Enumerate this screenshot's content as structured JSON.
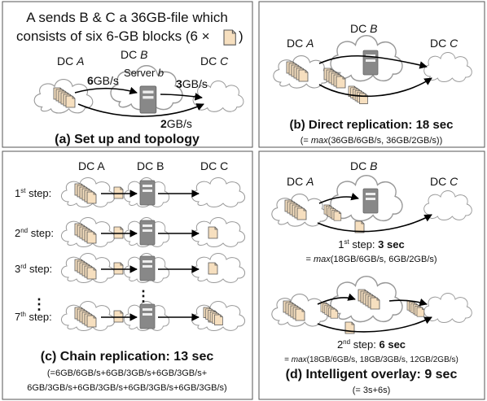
{
  "panel_a": {
    "intro_line1": "A sends B & C a 36GB-file which",
    "intro_line2": "consists of six 6-GB blocks (6 ×",
    "intro_close": ")",
    "dc_a_prefix": "DC ",
    "dc_a": "A",
    "dc_b_prefix": "DC ",
    "dc_b": "B",
    "dc_c_prefix": "DC ",
    "dc_c": "C",
    "server_prefix": "Server ",
    "server_name": "b",
    "link_ab_num": "6",
    "link_ab_unit": "GB/s",
    "link_bc_num": "3",
    "link_bc_unit": "GB/s",
    "link_ac_num": "2",
    "link_ac_unit": "GB/s",
    "caption": "(a) Set up and topology"
  },
  "panel_b": {
    "dc_a_prefix": "DC ",
    "dc_a": "A",
    "dc_b_prefix": "DC ",
    "dc_b": "B",
    "dc_c_prefix": "DC ",
    "dc_c": "C",
    "caption": "(b) Direct replication: 18 sec",
    "formula_open": "(= ",
    "formula_max": "max",
    "formula_args": "(36GB/6GB/s, 36GB/2GB/s))"
  },
  "panel_c": {
    "dc_a": "DC A",
    "dc_b": "DC B",
    "dc_c": "DC C",
    "steps": [
      {
        "num": "1",
        "sup": "st",
        "rest": " step:"
      },
      {
        "num": "2",
        "sup": "nd",
        "rest": " step:"
      },
      {
        "num": "3",
        "sup": "rd",
        "rest": " step:"
      },
      {
        "num": "7",
        "sup": "th",
        "rest": " step:"
      }
    ],
    "ellipsis": "⋮",
    "caption": "(c) Chain replication: 13 sec",
    "formula_line1": "(=6GB/6GB/s+6GB/3GB/s+6GB/3GB/s+",
    "formula_line2": "6GB/3GB/s+6GB/3GB/s+6GB/3GB/s+6GB/3GB/s)"
  },
  "panel_d": {
    "dc_a_prefix": "DC ",
    "dc_a": "A",
    "dc_b_prefix": "DC ",
    "dc_b": "B",
    "dc_c_prefix": "DC ",
    "dc_c": "C",
    "step1_num": "1",
    "step1_sup": "st",
    "step1_mid": " step: ",
    "step1_time": "3 sec",
    "step1_formula_open": "= ",
    "step1_formula_max": "max",
    "step1_formula_args": "(18GB/6GB/s, 6GB/2GB/s)",
    "step2_num": "2",
    "step2_sup": "nd",
    "step2_mid": " step: ",
    "step2_time": "6 sec",
    "step2_formula_open": "= ",
    "step2_formula_max": "max",
    "step2_formula_args": "(18GB/6GB/s, 18GB/3GB/s, 12GB/2GB/s)",
    "caption": "(d) Intelligent overlay: 9 sec",
    "total": "(= 3s+6s)"
  },
  "icons": [
    "cloud-icon",
    "file-block-icon",
    "server-icon"
  ]
}
